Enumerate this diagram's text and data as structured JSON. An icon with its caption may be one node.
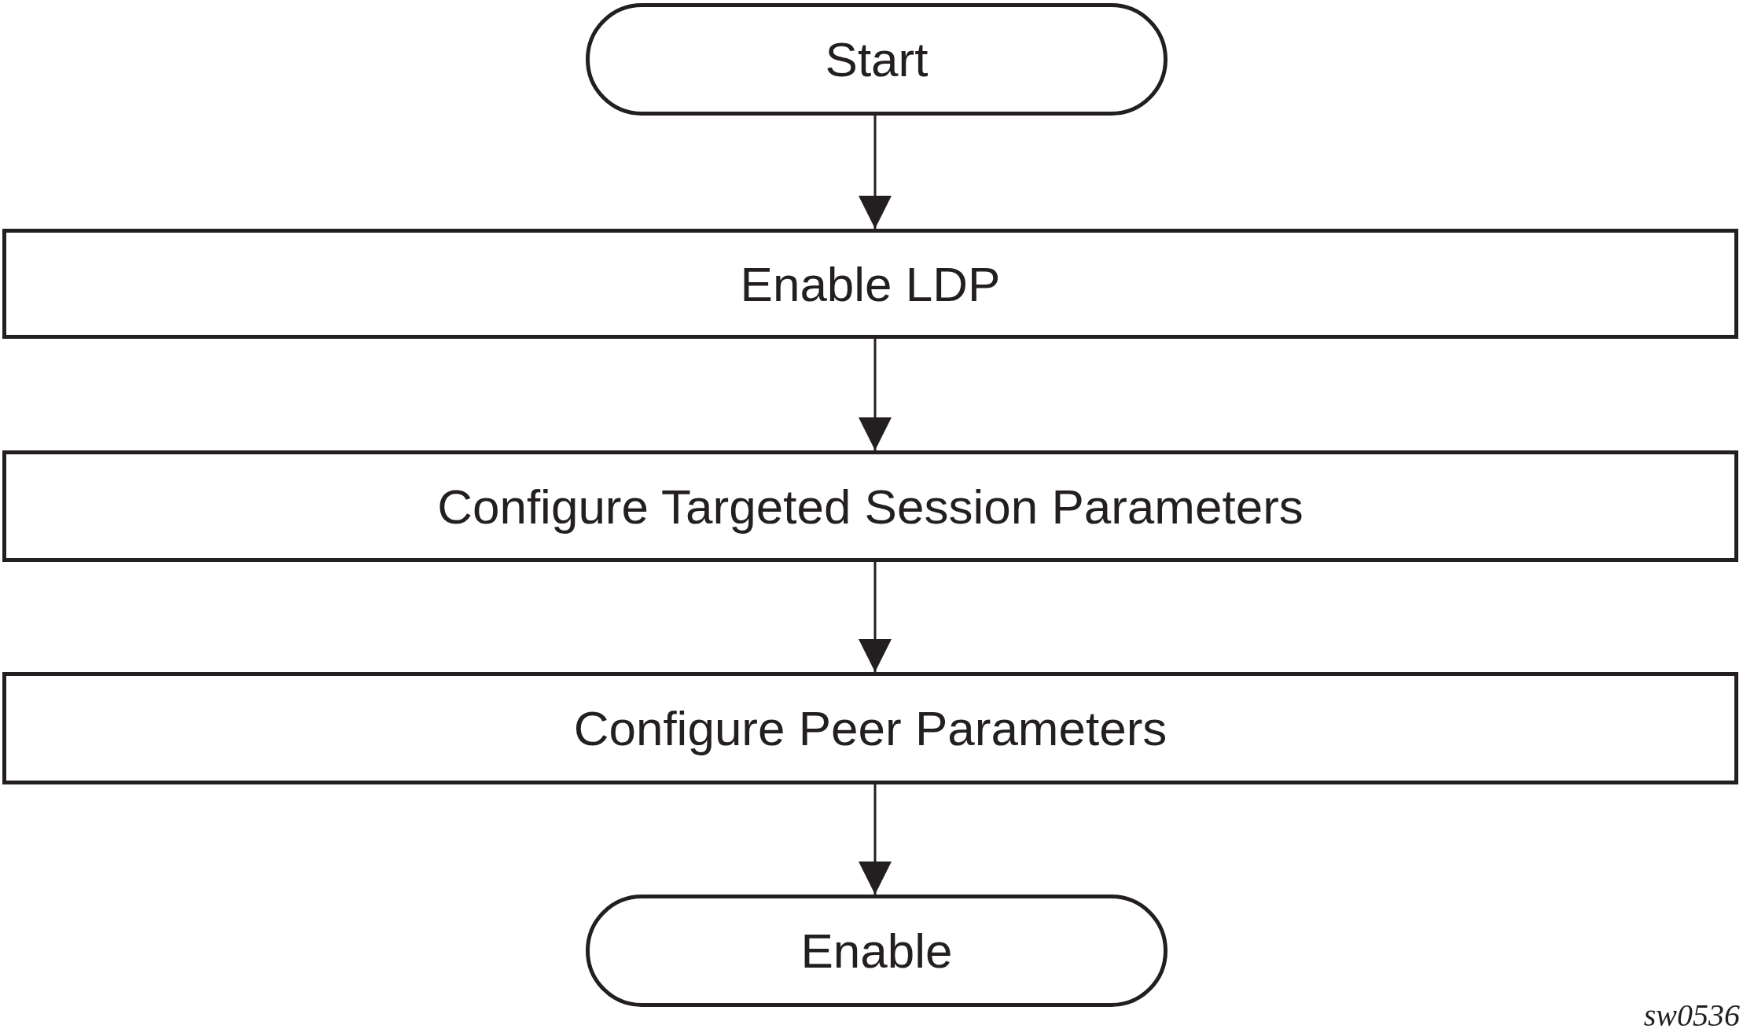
{
  "diagram": {
    "nodes": [
      {
        "text": [
          "Start"
        ]
      },
      {
        "text": [
          "Enable LDP"
        ]
      },
      {
        "text": [
          "Configure Targeted Session Parameters"
        ]
      },
      {
        "text": [
          "Configure Peer Parameters"
        ]
      },
      {
        "text": [
          "Enable"
        ]
      }
    ],
    "edges": [
      {
        "from": 0,
        "to": 1,
        "arrow": "to"
      },
      {
        "from": 1,
        "to": 2,
        "arrow": "to"
      },
      {
        "from": 2,
        "to": 3,
        "arrow": "to"
      },
      {
        "from": 3,
        "to": 4,
        "arrow": "to"
      }
    ],
    "labels": [
      "sw0536"
    ]
  }
}
